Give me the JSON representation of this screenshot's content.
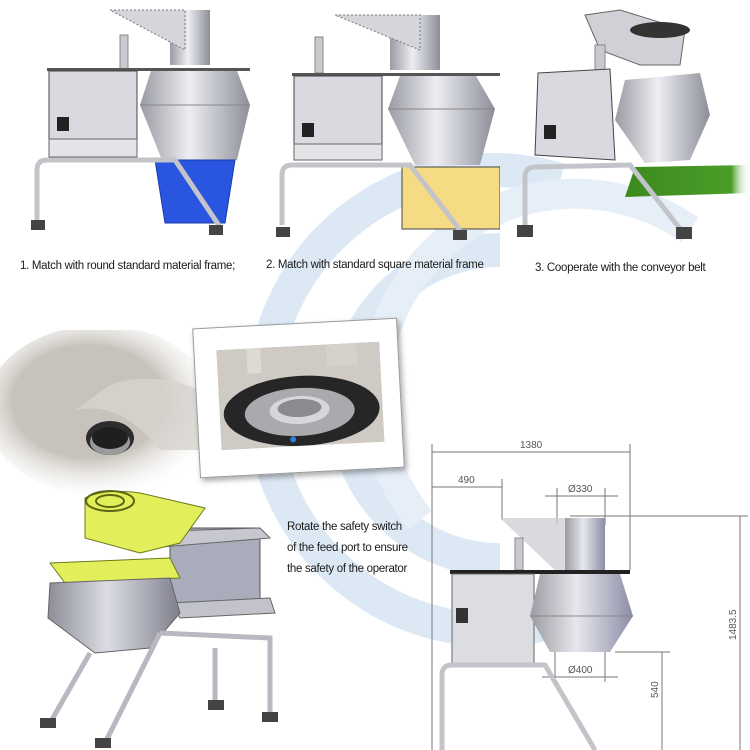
{
  "captions": {
    "option1": "1. Match with round standard material frame;",
    "option2": "2. Match with standard square material frame",
    "option3": "3. Cooperate with the conveyor belt"
  },
  "safety_note": {
    "line1": "Rotate the safety switch",
    "line2": "of the feed port to ensure",
    "line3": "the safety of the operator"
  },
  "dimensions": {
    "overall_width": "1380",
    "feed_offset": "490",
    "feed_diameter": "Ø330",
    "outlet_diameter": "Ø400",
    "outlet_height": "540",
    "overall_height": "1483.5"
  },
  "colors": {
    "watermark": "#dce9f5",
    "round_frame": "#2a55e0",
    "square_frame": "#f5dc84",
    "conveyor": "#3d8a1e",
    "feed_hopper": "#e3ef5a",
    "steel": "#b8b9c0"
  }
}
